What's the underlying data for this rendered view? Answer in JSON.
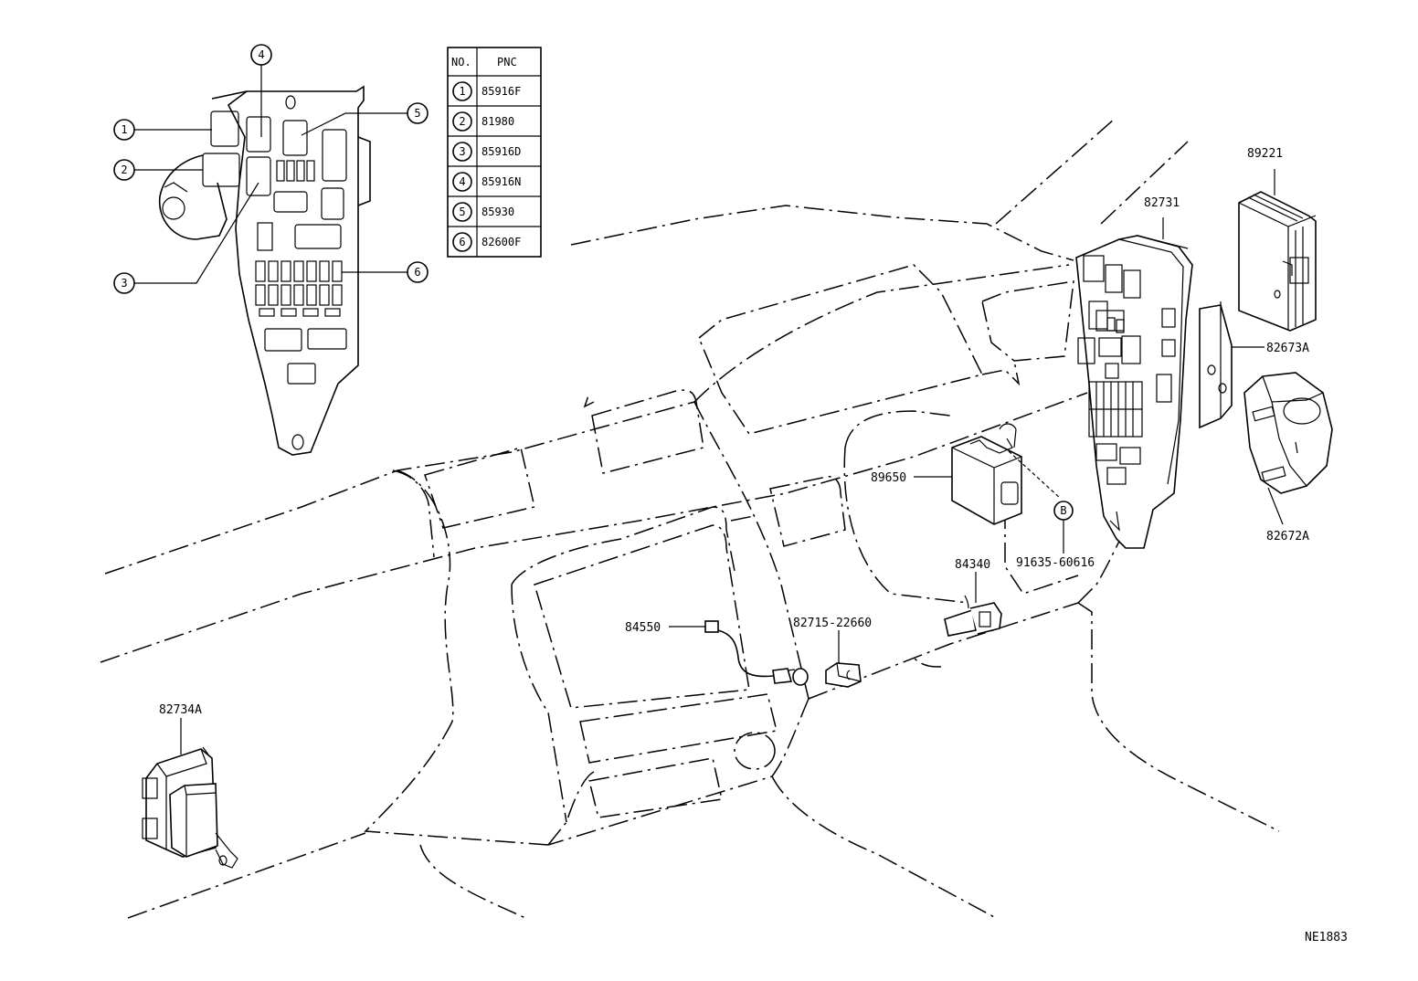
{
  "legend_table": {
    "headers": [
      "NO.",
      "PNC"
    ],
    "rows": [
      {
        "no": "1",
        "pnc": "85916F"
      },
      {
        "no": "2",
        "pnc": "81980"
      },
      {
        "no": "3",
        "pnc": "85916D"
      },
      {
        "no": "4",
        "pnc": "85916N"
      },
      {
        "no": "5",
        "pnc": "85930"
      },
      {
        "no": "6",
        "pnc": "82600F"
      }
    ]
  },
  "callouts": [
    "1",
    "2",
    "3",
    "4",
    "5",
    "6"
  ],
  "part_labels": {
    "p89221": "89221",
    "p82731": "82731",
    "p82673A": "82673A",
    "p82672A": "82672A",
    "p89650": "89650",
    "p91635": "91635-60616",
    "p84340": "84340",
    "p84550": "84550",
    "p82715": "82715-22660",
    "p82734A": "82734A"
  },
  "ref_marker": "B",
  "drawing_code": "NE1883"
}
